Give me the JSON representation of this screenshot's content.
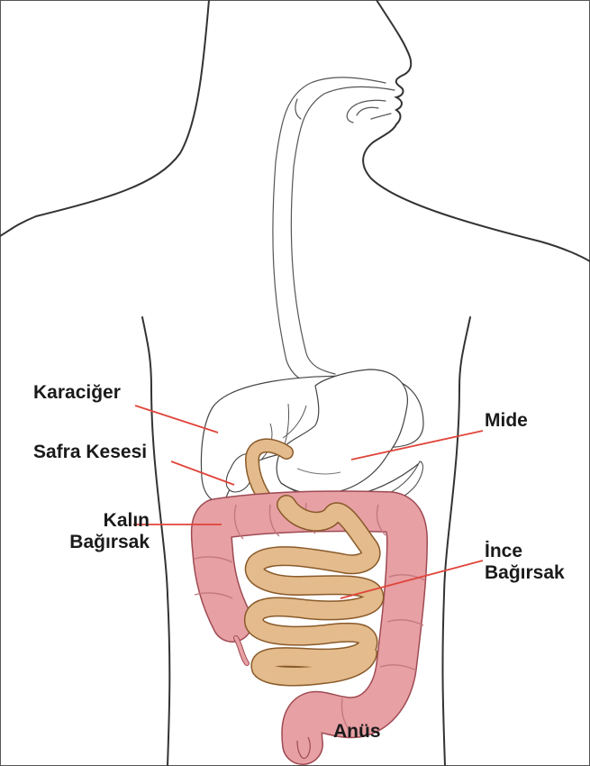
{
  "labels": {
    "liver": "Karaciğer",
    "gallbladder": "Safra Kesesi",
    "large_intestine": [
      "Kalın",
      "Bağırsak"
    ],
    "stomach": "Mide",
    "small_intestine": [
      "İnce",
      "Bağırsak"
    ],
    "anus": "Anüs"
  },
  "colors": {
    "outline": "#333333",
    "leader_line": "#e0453a",
    "large_intestine": "#e7a0a4",
    "small_intestine": "#e3bb8c",
    "organ_fill": "#ffffff"
  }
}
